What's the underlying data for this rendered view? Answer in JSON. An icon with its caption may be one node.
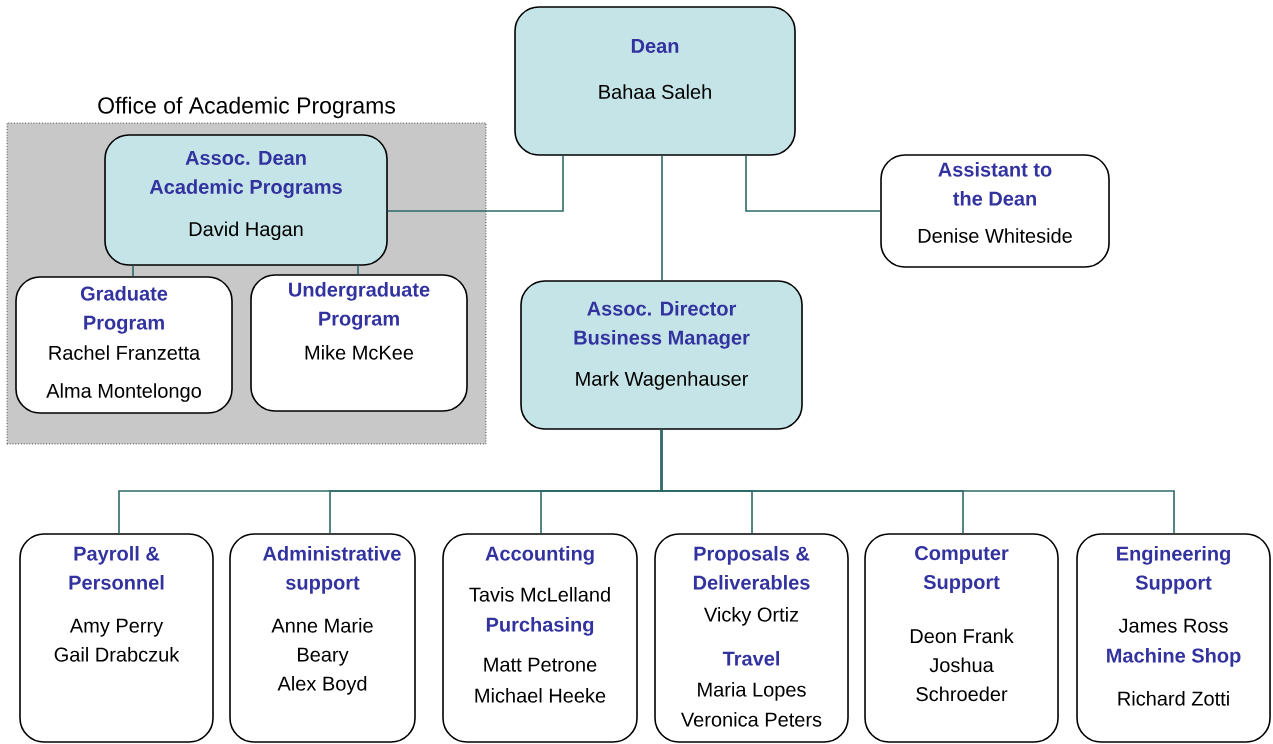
{
  "diagram": {
    "nodes": [
      {
        "text": [
          "Dean",
          "Bahaa Saleh"
        ]
      },
      {
        "text": [
          "Office of Academic Programs"
        ]
      },
      {
        "text": [
          "Assoc. Dean Academic Programs",
          "David Hagan"
        ],
        "in": 1
      },
      {
        "text": [
          "Graduate Program",
          "Rachel Franzetta",
          "Alma Montelongo"
        ],
        "in": 1
      },
      {
        "text": [
          "Undergraduate Program",
          "Mike McKee"
        ],
        "in": 1
      },
      {
        "text": [
          "Assistant to the Dean",
          "Denise Whiteside"
        ]
      },
      {
        "text": [
          "Assoc. Director Business Manager",
          "Mark Wagenhauser"
        ]
      },
      {
        "text": [
          "Payroll & Personnel",
          "Amy Perry",
          "Gail Drabczuk"
        ]
      },
      {
        "text": [
          "Administrative support",
          "Anne Marie Beary",
          "Alex Boyd"
        ]
      },
      {
        "text": [
          "Accounting",
          "Tavis McLelland",
          "Purchasing",
          "Matt Petrone",
          "Michael Heeke"
        ]
      },
      {
        "text": [
          "Proposals & Deliverables",
          "Vicky Ortiz",
          "Travel",
          "Maria Lopes",
          "Veronica Peters"
        ]
      },
      {
        "text": [
          "Computer Support",
          "Deon Frank",
          "Joshua Schroeder"
        ]
      },
      {
        "text": [
          "Engineering Support",
          "James Ross",
          "Machine Shop",
          "Richard Zotti"
        ]
      }
    ],
    "edges": [
      {
        "from": 0,
        "to": 2,
        "arrow": "none"
      },
      {
        "from": 0,
        "to": 5,
        "arrow": "none"
      },
      {
        "from": 0,
        "to": 6,
        "arrow": "none"
      },
      {
        "from": 2,
        "to": 3,
        "arrow": "none"
      },
      {
        "from": 2,
        "to": 4,
        "arrow": "none"
      },
      {
        "from": 6,
        "to": 7,
        "arrow": "none"
      },
      {
        "from": 6,
        "to": 8,
        "arrow": "none"
      },
      {
        "from": 6,
        "to": 9,
        "arrow": "none"
      },
      {
        "from": 6,
        "to": 10,
        "arrow": "none"
      },
      {
        "from": 6,
        "to": 11,
        "arrow": "none"
      },
      {
        "from": 6,
        "to": 12,
        "arrow": "none"
      }
    ]
  }
}
